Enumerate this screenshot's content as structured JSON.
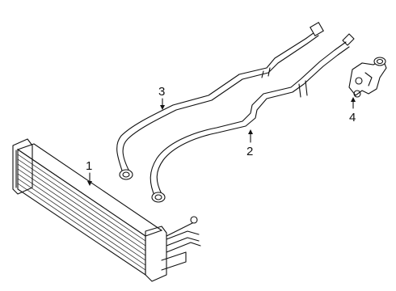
{
  "diagram": {
    "callouts": [
      {
        "label": "1"
      },
      {
        "label": "2"
      },
      {
        "label": "3"
      },
      {
        "label": "4"
      }
    ]
  }
}
